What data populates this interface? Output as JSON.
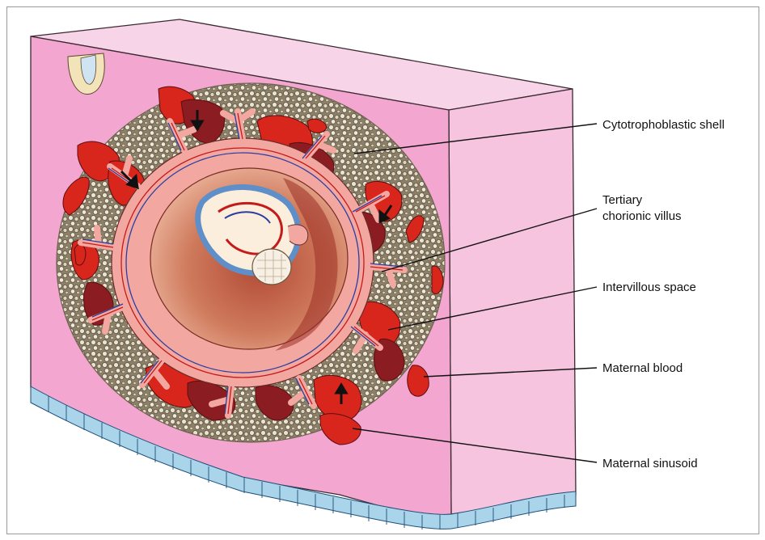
{
  "labels": {
    "cytotrophoblastic_shell": "Cytotrophoblastic shell",
    "tertiary_villus_line1": "Tertiary",
    "tertiary_villus_line2": "chorionic villus",
    "intervillous_space": "Intervillous space",
    "maternal_blood": "Maternal blood",
    "maternal_sinusoid": "Maternal sinusoid"
  },
  "colors": {
    "endometrium_front": "#f2a6d0",
    "endometrium_top": "#f8d4e8",
    "endometrium_side": "#f6c4df",
    "maternal_blood": "#d8261c",
    "sinusoid_dark": "#8a1c22",
    "shell_speckle": "#b8ab8e",
    "chorion_pink": "#f2a8a0",
    "cavity": "#c8654a",
    "amnion_blue": "#5f8fc8",
    "epithelium_blue": "#a9d4ea",
    "leader_line": "#111111"
  }
}
